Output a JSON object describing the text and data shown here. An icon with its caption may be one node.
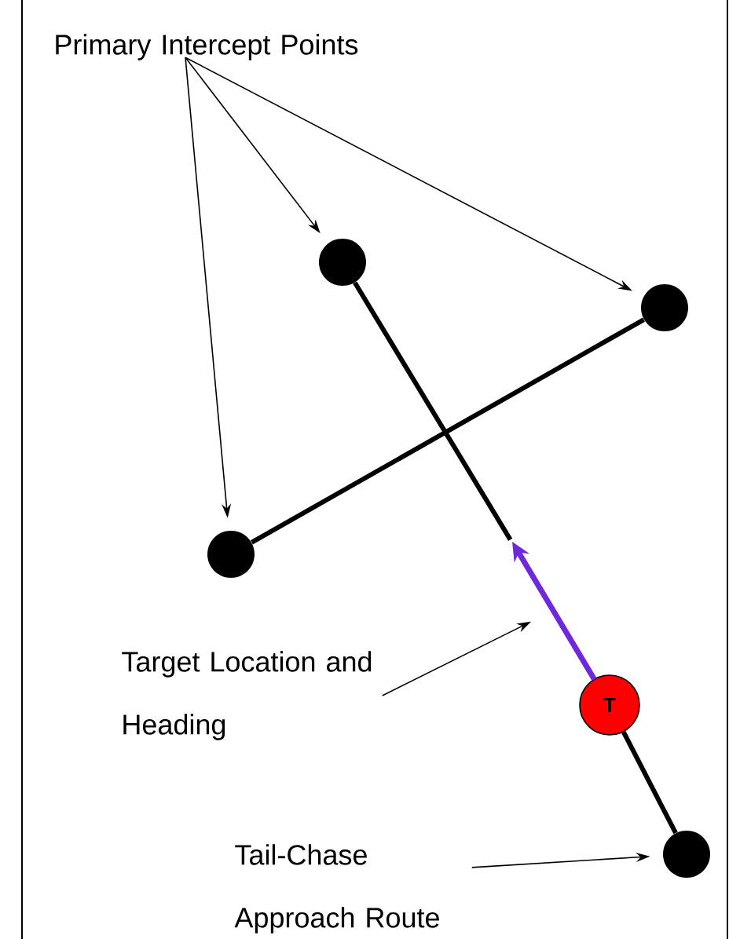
{
  "diagram": {
    "nodes": [
      {
        "text": [
          "Primary Intercept Points"
        ]
      },
      {
        "text": [],
        "shape": "circle"
      },
      {
        "text": [],
        "shape": "circle"
      },
      {
        "text": [],
        "shape": "circle"
      },
      {
        "text": [
          "Target Location and Heading"
        ]
      },
      {
        "text": [
          "T"
        ]
      },
      {
        "text": [
          "Tail-Chase Approach Route"
        ]
      },
      {
        "text": [],
        "shape": "circle"
      },
      {
        "text": [],
        "shape": "arrow"
      }
    ],
    "edges": [
      {
        "from": 0,
        "to": 1,
        "arrow": "to"
      },
      {
        "from": 0,
        "to": 2,
        "arrow": "to"
      },
      {
        "from": 0,
        "to": 3,
        "arrow": "to"
      },
      {
        "from": 1,
        "to": 8,
        "arrow": "none",
        "style": "thick"
      },
      {
        "from": 3,
        "to": 2,
        "arrow": "none",
        "style": "thick"
      },
      {
        "from": 5,
        "to": 7,
        "arrow": "none",
        "style": "thick"
      },
      {
        "from": 4,
        "to": 8,
        "arrow": "to"
      },
      {
        "from": 6,
        "to": 7,
        "arrow": "to"
      }
    ]
  }
}
